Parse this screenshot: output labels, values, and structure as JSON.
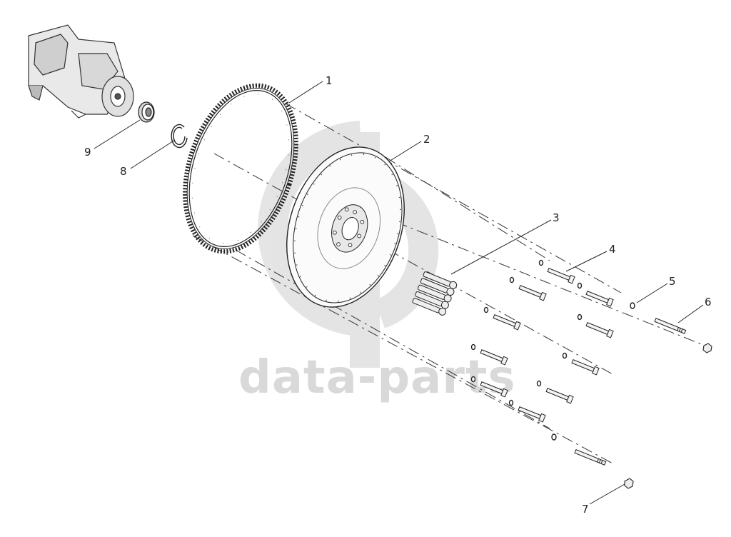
{
  "watermark": {
    "text": "data-parts",
    "color": "#d6d6d6"
  },
  "callouts": [
    {
      "id": "1",
      "label": "1"
    },
    {
      "id": "2",
      "label": "2"
    },
    {
      "id": "3",
      "label": "3"
    },
    {
      "id": "4",
      "label": "4"
    },
    {
      "id": "5",
      "label": "5"
    },
    {
      "id": "6",
      "label": "6"
    },
    {
      "id": "7",
      "label": "7"
    },
    {
      "id": "8",
      "label": "8"
    },
    {
      "id": "9",
      "label": "9"
    }
  ],
  "parts": [
    {
      "callout": "1",
      "icon": "ring-gear-icon"
    },
    {
      "callout": "2",
      "icon": "flywheel-icon"
    },
    {
      "callout": "3",
      "icon": "bolt-set-icon"
    },
    {
      "callout": "4",
      "icon": "bolt-icon"
    },
    {
      "callout": "5",
      "icon": "washer-icon"
    },
    {
      "callout": "6",
      "icon": "stud-icon"
    },
    {
      "callout": "7",
      "icon": "nut-icon"
    },
    {
      "callout": "8",
      "icon": "retaining-ring-icon"
    },
    {
      "callout": "9",
      "icon": "bearing-icon"
    }
  ],
  "colors": {
    "line": "#222222",
    "watermark": "#d6d6d6",
    "background": "#ffffff"
  }
}
